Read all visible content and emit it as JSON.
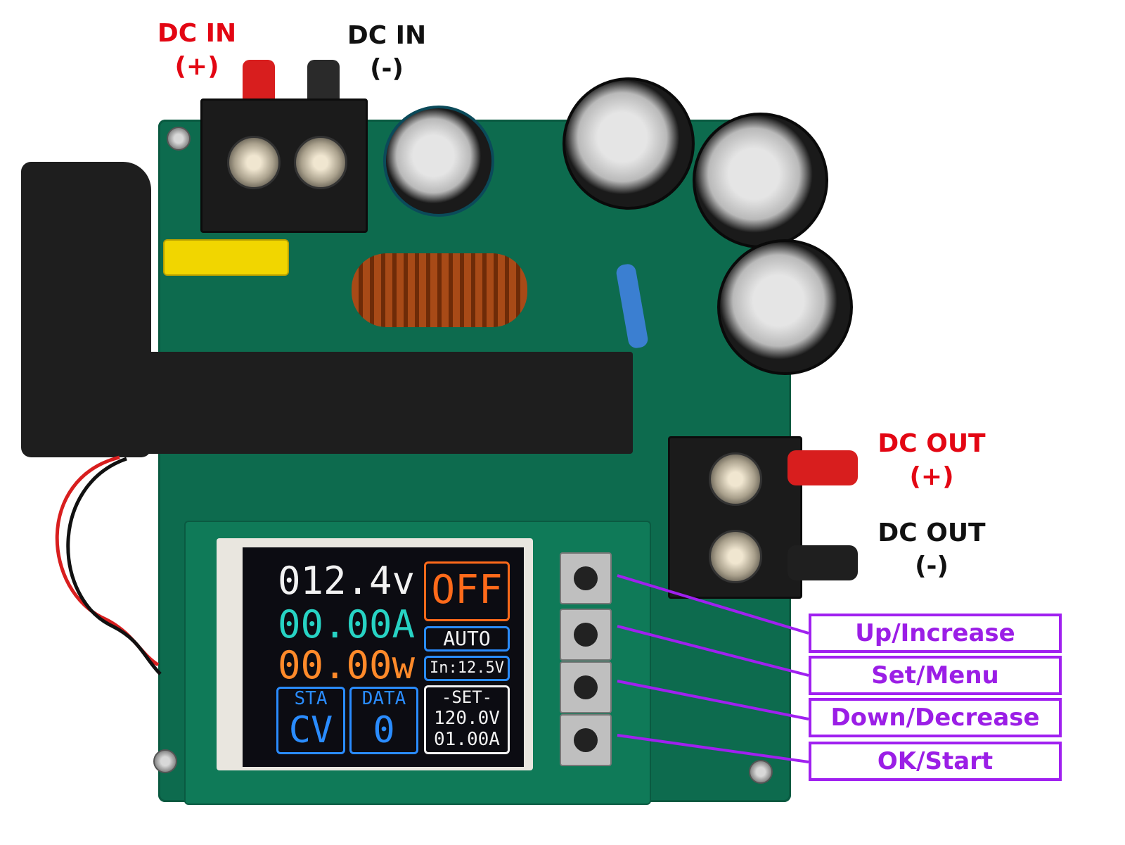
{
  "labels": {
    "dc_in_pos": {
      "title": "DC IN",
      "sign": "(+)"
    },
    "dc_in_neg": {
      "title": "DC IN",
      "sign": "(-)"
    },
    "dc_out_pos": {
      "title": "DC OUT",
      "sign": "(+)"
    },
    "dc_out_neg": {
      "title": "DC OUT",
      "sign": "(-)"
    }
  },
  "display": {
    "voltage": "012.4v",
    "current": "00.00A",
    "power": "00.00w",
    "output_state": "OFF",
    "mode": "AUTO",
    "input_voltage": "In:12.5V",
    "status_header": "STA",
    "status_value": "CV",
    "data_header": "DATA",
    "data_value": "0",
    "set_header": "-SET-",
    "set_voltage": "120.0V",
    "set_current": "01.00A"
  },
  "buttons": {
    "up": "Up/Increase",
    "set": "Set/Menu",
    "down": "Down/Decrease",
    "ok": "OK/Start"
  },
  "colors": {
    "label_red": "#e30613",
    "label_black": "#111111",
    "callout_purple": "#a020f0",
    "lcd_voltage": "#f2f2f2",
    "lcd_current": "#27d3c4",
    "lcd_power": "#ff8a2a",
    "lcd_blue": "#2a8cff"
  }
}
